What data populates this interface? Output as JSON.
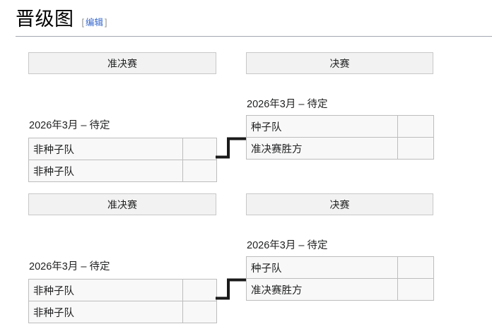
{
  "heading": {
    "title": "晋级图",
    "edit_open_bracket": "[",
    "edit_label": "编辑",
    "edit_close_bracket": "]"
  },
  "colors": {
    "link": "#3366cc",
    "header_fill": "#f2f2f2",
    "header_border": "#c8c8c8",
    "table_border": "#bdbdbd",
    "cell_fill": "#f8f8f8",
    "connector": "#1a1a1a",
    "rule": "#a2a9b1"
  },
  "bracket": {
    "round_headers": [
      {
        "label": "准决赛",
        "column": "left",
        "row": "top"
      },
      {
        "label": "决赛",
        "column": "right",
        "row": "top"
      },
      {
        "label": "准决赛",
        "column": "left",
        "row": "bottom"
      },
      {
        "label": "决赛",
        "column": "right",
        "row": "bottom"
      }
    ],
    "matches": [
      {
        "id": "semifinal-1",
        "round": "准决赛",
        "date": "2026年3月 – 待定",
        "rows": [
          {
            "team": "非种子队",
            "score": ""
          },
          {
            "team": "非种子队",
            "score": ""
          }
        ]
      },
      {
        "id": "final-1",
        "round": "决赛",
        "date": "2026年3月 – 待定",
        "rows": [
          {
            "team": "种子队",
            "score": ""
          },
          {
            "team": "准决赛胜方",
            "score": ""
          }
        ]
      },
      {
        "id": "semifinal-2",
        "round": "准决赛",
        "date": "2026年3月 – 待定",
        "rows": [
          {
            "team": "非种子队",
            "score": ""
          },
          {
            "team": "非种子队",
            "score": ""
          }
        ]
      },
      {
        "id": "final-2",
        "round": "决赛",
        "date": "2026年3月 – 待定",
        "rows": [
          {
            "team": "种子队",
            "score": ""
          },
          {
            "team": "准决赛胜方",
            "score": ""
          }
        ]
      }
    ]
  }
}
